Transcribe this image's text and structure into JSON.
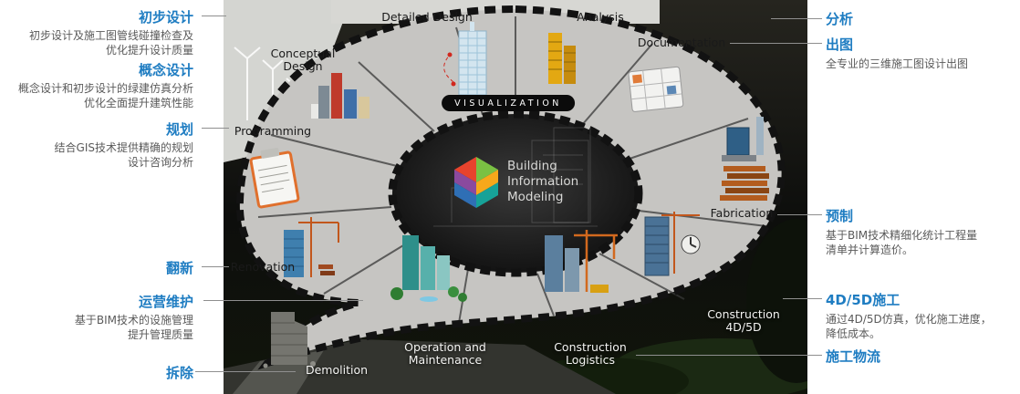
{
  "left_panel": {
    "items": [
      {
        "title": "初步设计",
        "desc": "初步设计及施工图管线碰撞检查及\n优化提升设计质量"
      },
      {
        "title": "概念设计",
        "desc": "概念设计和初步设计的绿建仿真分析\n优化全面提升建筑性能"
      },
      {
        "title": "规划",
        "desc": "结合GIS技术提供精确的规划\n设计咨询分析"
      },
      {
        "title": "翻新",
        "desc": ""
      },
      {
        "title": "运营维护",
        "desc": "基于BIM技术的设施管理\n提升管理质量"
      },
      {
        "title": "拆除",
        "desc": ""
      }
    ]
  },
  "right_panel": {
    "items": [
      {
        "title": "分析",
        "desc": ""
      },
      {
        "title": "出图",
        "desc": "全专业的三维施工图设计出图"
      },
      {
        "title": "预制",
        "desc": "基于BIM技术精细化统计工程量\n清单并计算造价。"
      },
      {
        "title": "4D/5D施工",
        "desc": "通过4D/5D仿真，优化施工进度，\n降低成本。"
      },
      {
        "title": "施工物流",
        "desc": ""
      }
    ]
  },
  "diagram": {
    "ring_label": "VISUALIZATION",
    "center_title": "Building\nInformation\nModeling",
    "phases": [
      {
        "label": "Conceptual\nDesign"
      },
      {
        "label": "Detailed Design"
      },
      {
        "label": "Analysis"
      },
      {
        "label": "Documentation"
      },
      {
        "label": "Fabrication"
      },
      {
        "label": "Construction\n4D/5D"
      },
      {
        "label": "Construction\nLogistics"
      },
      {
        "label": "Operation and\nMaintenance"
      },
      {
        "label": "Demolition"
      },
      {
        "label": "Renovation"
      },
      {
        "label": "Programming"
      }
    ],
    "colors": {
      "heading_blue": "#1f7dc2",
      "ring_gray": "#c6c5c2",
      "background_dark": "#0e0f0e"
    }
  }
}
